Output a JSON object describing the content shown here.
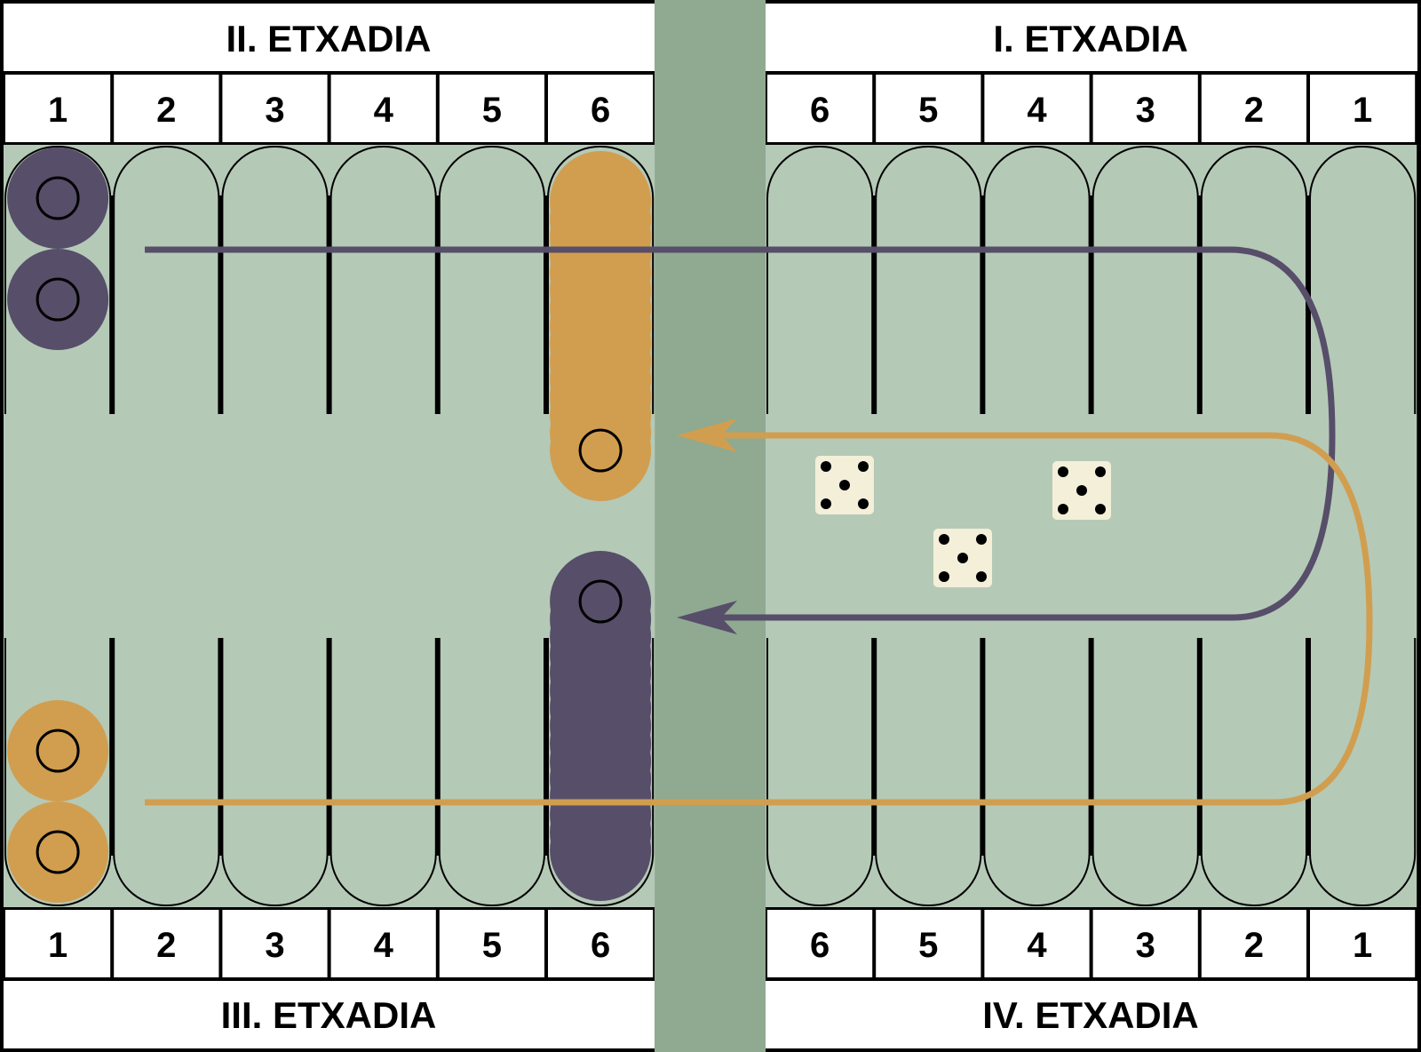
{
  "colors": {
    "background": "#000000",
    "label_fill": "#ffffff",
    "board": "#b5c9b7",
    "bar": "#8faa90",
    "dark_checker": "#574e6a",
    "light_checker": "#d19e4f",
    "die": "#f3efd9",
    "pip": "#000000"
  },
  "quadrants": {
    "top_left": "II. ETXADIA",
    "top_right": "I. ETXADIA",
    "bottom_left": "III. ETXADIA",
    "bottom_right": "IV. ETXADIA"
  },
  "numbers": {
    "left_half": [
      "1",
      "2",
      "3",
      "4",
      "5",
      "6"
    ],
    "right_half": [
      "6",
      "5",
      "4",
      "3",
      "2",
      "1"
    ]
  },
  "checkers": [
    {
      "color": "dark",
      "point": 1,
      "side": "top",
      "count": 2
    },
    {
      "color": "light",
      "point": 6,
      "side": "top",
      "count": 5
    },
    {
      "color": "light",
      "point": 1,
      "side": "bottom",
      "count": 2
    },
    {
      "color": "dark",
      "point": 6,
      "side": "bottom",
      "count": 5
    }
  ],
  "dice": [
    5,
    5,
    5
  ],
  "move_arrows": [
    {
      "color": "dark",
      "icon": "arrow-left-icon"
    },
    {
      "color": "light",
      "icon": "arrow-left-icon"
    }
  ]
}
